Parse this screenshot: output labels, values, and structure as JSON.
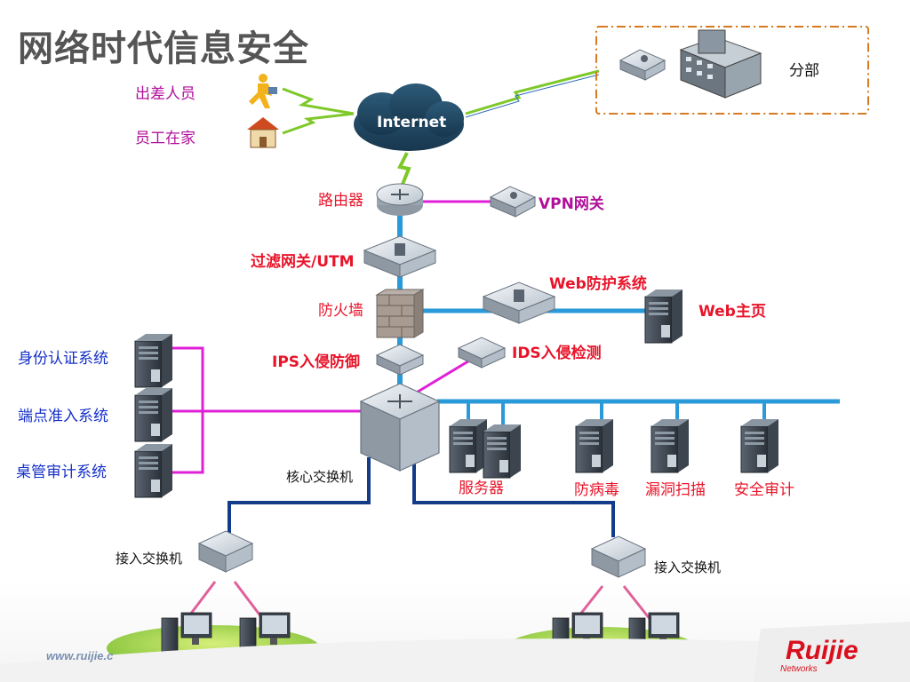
{
  "title": "网络时代信息安全",
  "labels": {
    "business_trip": "出差人员",
    "home_worker": "员工在家",
    "internet": "Internet",
    "branch": "分部",
    "router": "路由器",
    "vpn_gateway": "VPN网关",
    "filter_gateway": "过滤网关/UTM",
    "firewall": "防火墙",
    "web_protection": "Web防护系统",
    "web_homepage": "Web主页",
    "ids": "IDS入侵检测",
    "ips": "IPS入侵防御",
    "identity_auth": "身份认证系统",
    "endpoint_access": "端点准入系统",
    "desktop_audit": "桌管审计系统",
    "core_switch": "核心交换机",
    "servers": "服务器",
    "antivirus": "防病毒",
    "vuln_scan": "漏洞扫描",
    "security_audit": "安全审计",
    "access_switch_left": "接入交换机",
    "access_switch_right": "接入交换机"
  },
  "footer_url": "www.ruijie.c",
  "logo_text": "Ruijie",
  "logo_subtext": "Networks",
  "colors": {
    "link_blue": "#2a9ad8",
    "link_magenta": "#e020d8",
    "link_navy": "#123c8a",
    "link_pink": "#e0609a",
    "branch_border": "#d87a20",
    "wireless_green": "#7ec829"
  }
}
